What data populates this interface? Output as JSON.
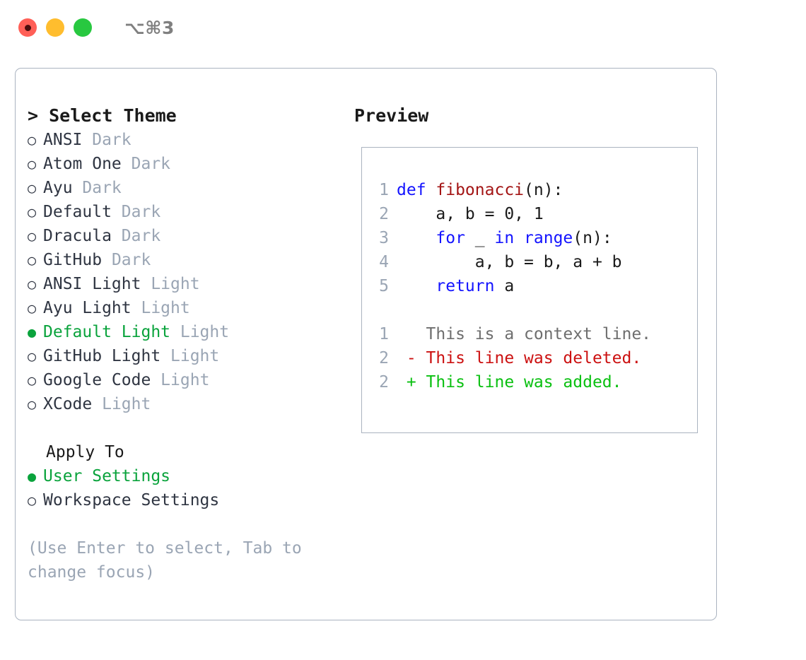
{
  "window": {
    "title": "⌥⌘3",
    "traffic_lights": [
      {
        "name": "close",
        "color": "#ff5f57",
        "recording": true
      },
      {
        "name": "minimize",
        "color": "#ffbd2e",
        "recording": false
      },
      {
        "name": "maximize",
        "color": "#28c840",
        "recording": false
      }
    ]
  },
  "colors": {
    "selected_green": "#0aa33c",
    "muted": "#9aa5b4",
    "text": "#2f3542",
    "border": "#aab3c0",
    "keyword_blue": "#1414ff",
    "function_red": "#a31515",
    "diff_removed": "#cc1111",
    "diff_added": "#0ac011",
    "diff_context": "#6e6e6e"
  },
  "theme_list": {
    "header": "> Select Theme",
    "items": [
      {
        "bullet": "○",
        "name": "ANSI",
        "tag": " Dark",
        "selected": false
      },
      {
        "bullet": "○",
        "name": "Atom One",
        "tag": " Dark",
        "selected": false
      },
      {
        "bullet": "○",
        "name": "Ayu",
        "tag": " Dark",
        "selected": false
      },
      {
        "bullet": "○",
        "name": "Default",
        "tag": " Dark",
        "selected": false
      },
      {
        "bullet": "○",
        "name": "Dracula",
        "tag": " Dark",
        "selected": false
      },
      {
        "bullet": "○",
        "name": "GitHub",
        "tag": " Dark",
        "selected": false
      },
      {
        "bullet": "○",
        "name": "ANSI Light",
        "tag": " Light",
        "selected": false
      },
      {
        "bullet": "○",
        "name": "Ayu Light",
        "tag": " Light",
        "selected": false
      },
      {
        "bullet": "●",
        "name": "Default Light",
        "tag": " Light",
        "selected": true
      },
      {
        "bullet": "○",
        "name": "GitHub Light",
        "tag": " Light",
        "selected": false
      },
      {
        "bullet": "○",
        "name": "Google Code",
        "tag": " Light",
        "selected": false
      },
      {
        "bullet": "○",
        "name": "XCode",
        "tag": " Light",
        "selected": false
      }
    ]
  },
  "apply_to": {
    "header": "Apply To",
    "items": [
      {
        "bullet": "●",
        "name": "User Settings",
        "selected": true
      },
      {
        "bullet": "○",
        "name": "Workspace Settings",
        "selected": false
      }
    ]
  },
  "hint": "(Use Enter to select, Tab to change focus)",
  "preview": {
    "header": "Preview",
    "code_lines": [
      {
        "num": "1",
        "segments": [
          {
            "text": "def ",
            "style": "kw"
          },
          {
            "text": "fibonacci",
            "style": "fn"
          },
          {
            "text": "(n):",
            "style": "plain"
          }
        ]
      },
      {
        "num": "2",
        "segments": [
          {
            "text": "    a, b = 0, 1",
            "style": "plain"
          }
        ]
      },
      {
        "num": "3",
        "segments": [
          {
            "text": "    ",
            "style": "plain"
          },
          {
            "text": "for",
            "style": "kw"
          },
          {
            "text": " _ ",
            "style": "plain"
          },
          {
            "text": "in",
            "style": "kw"
          },
          {
            "text": " ",
            "style": "plain"
          },
          {
            "text": "range",
            "style": "kw"
          },
          {
            "text": "(n):",
            "style": "plain"
          }
        ]
      },
      {
        "num": "4",
        "segments": [
          {
            "text": "        a, b = b, a + b",
            "style": "plain"
          }
        ]
      },
      {
        "num": "5",
        "segments": [
          {
            "text": "    ",
            "style": "plain"
          },
          {
            "text": "return",
            "style": "kw"
          },
          {
            "text": " a",
            "style": "plain"
          }
        ]
      }
    ],
    "diff_lines": [
      {
        "num": "1",
        "segments": [
          {
            "text": "   This is a context line.",
            "style": "ctx"
          }
        ]
      },
      {
        "num": "2",
        "segments": [
          {
            "text": " - This line was deleted.",
            "style": "del"
          }
        ]
      },
      {
        "num": "2",
        "segments": [
          {
            "text": " + This line was added.",
            "style": "add"
          }
        ]
      }
    ]
  }
}
